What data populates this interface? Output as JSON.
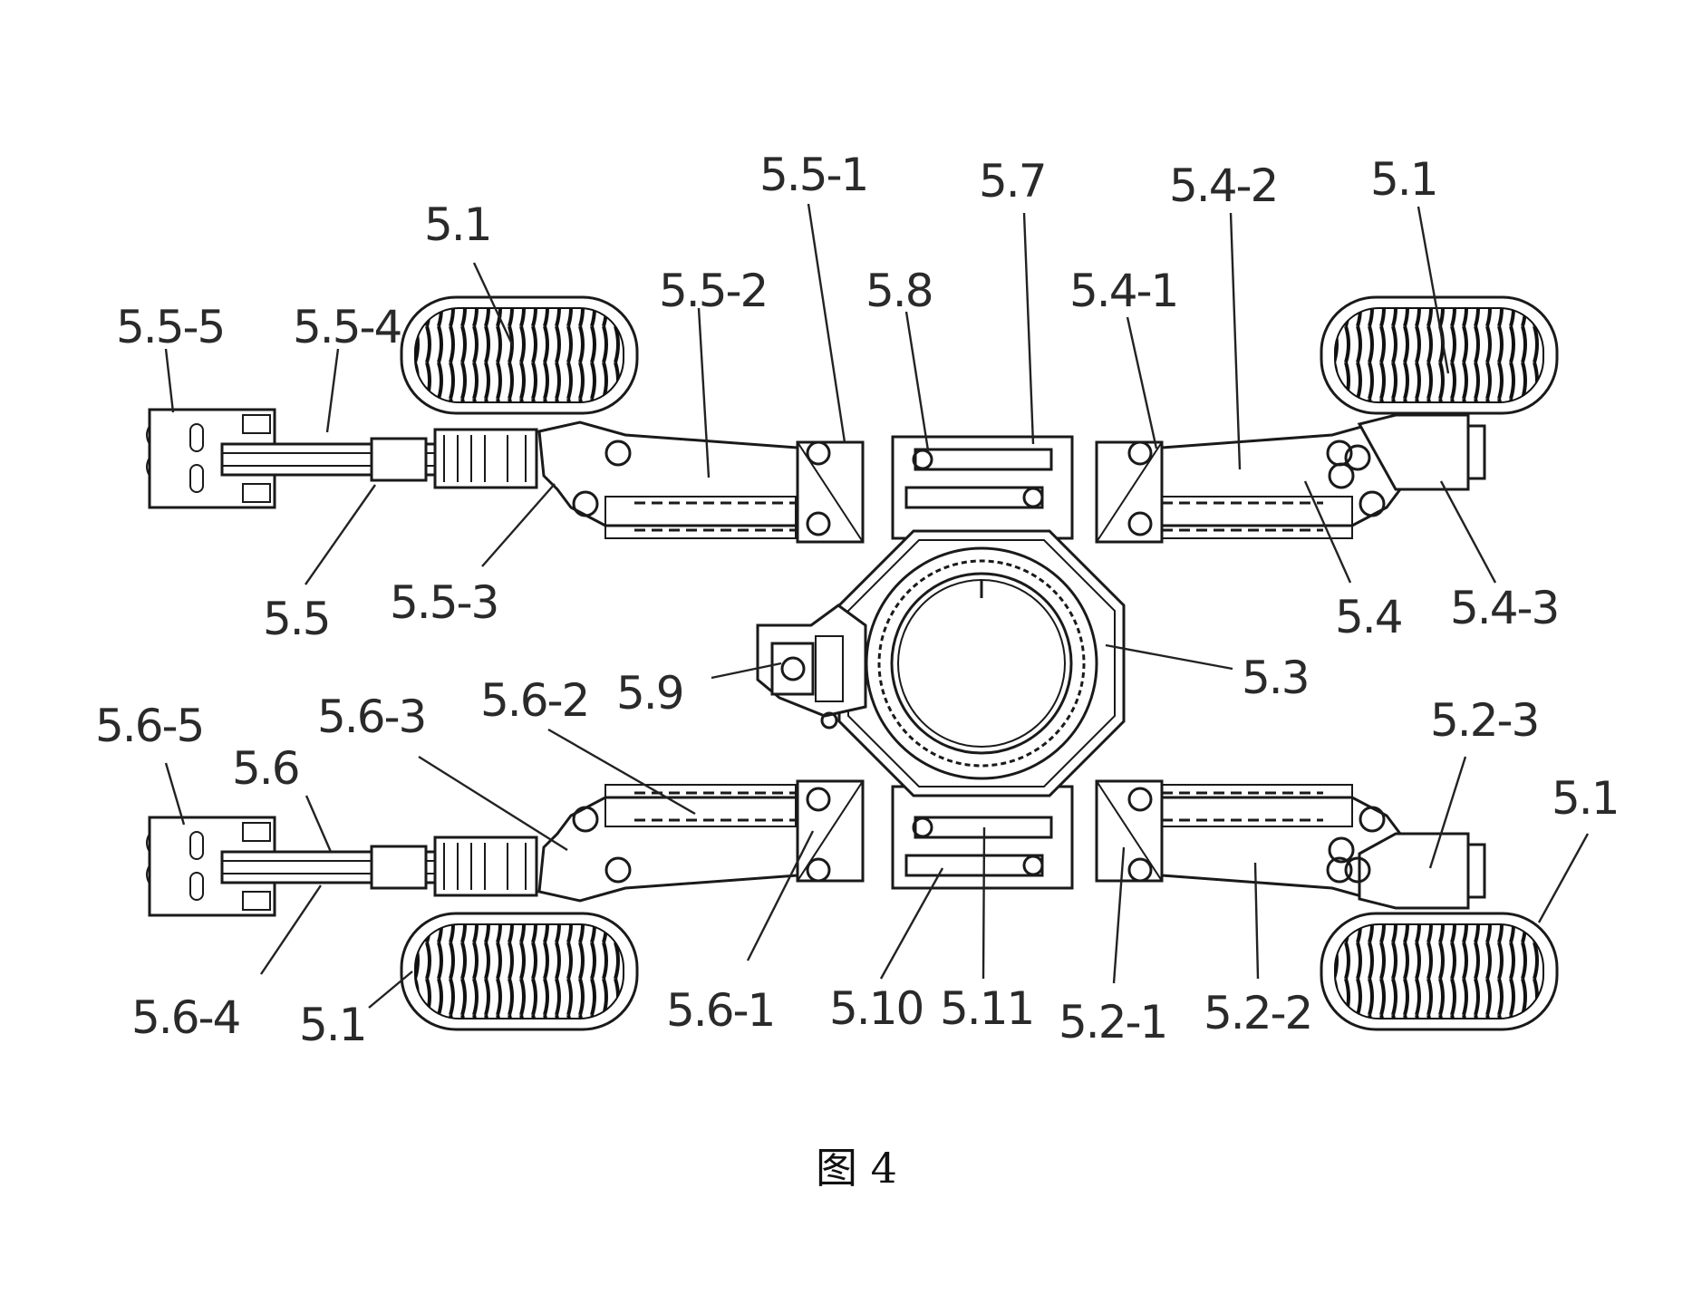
{
  "caption": "图 4",
  "labels": {
    "l_5_5_5": "5.5-5",
    "l_5_5_4": "5.5-4",
    "l_5_1_tl": "5.1",
    "l_5_5_2": "5.5-2",
    "l_5_5_1": "5.5-1",
    "l_5_8": "5.8",
    "l_5_7": "5.7",
    "l_5_4_1": "5.4-1",
    "l_5_4_2": "5.4-2",
    "l_5_1_tr": "5.1",
    "l_5_5": "5.5",
    "l_5_5_3": "5.5-3",
    "l_5_4": "5.4",
    "l_5_4_3": "5.4-3",
    "l_5_9": "5.9",
    "l_5_3": "5.3",
    "l_5_6_5": "5.6-5",
    "l_5_6_3": "5.6-3",
    "l_5_6_2": "5.6-2",
    "l_5_6": "5.6",
    "l_5_2_3": "5.2-3",
    "l_5_1_br": "5.1",
    "l_5_6_4": "5.6-4",
    "l_5_1_bl": "5.1",
    "l_5_6_1": "5.6-1",
    "l_5_10": "5.10",
    "l_5_11": "5.11",
    "l_5_2_1": "5.2-1",
    "l_5_2_2": "5.2-2"
  }
}
